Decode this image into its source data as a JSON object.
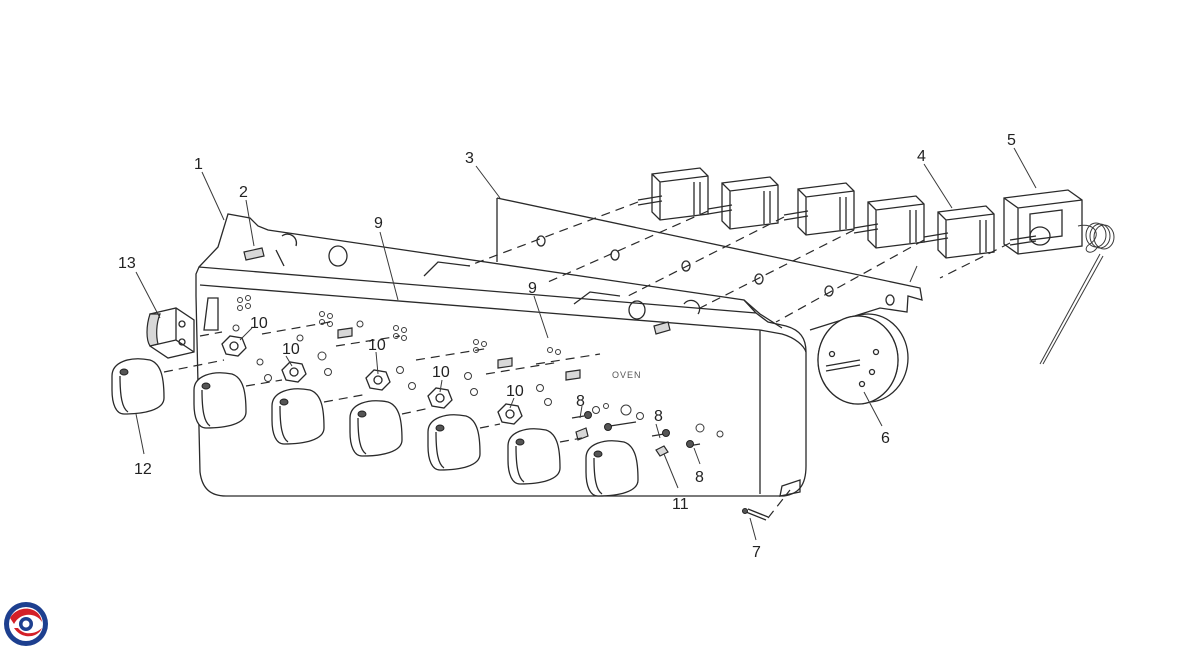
{
  "panel_text": "OVEN",
  "callouts": [
    {
      "id": "c1",
      "text": "1"
    },
    {
      "id": "c2",
      "text": "2"
    },
    {
      "id": "c3",
      "text": "3"
    },
    {
      "id": "c4",
      "text": "4"
    },
    {
      "id": "c5",
      "text": "5"
    },
    {
      "id": "c6",
      "text": "6"
    },
    {
      "id": "c7",
      "text": "7"
    },
    {
      "id": "c8a",
      "text": "8"
    },
    {
      "id": "c8b",
      "text": "8"
    },
    {
      "id": "c8c",
      "text": "8"
    },
    {
      "id": "c9a",
      "text": "9"
    },
    {
      "id": "c9b",
      "text": "9"
    },
    {
      "id": "c10a",
      "text": "10"
    },
    {
      "id": "c10b",
      "text": "10"
    },
    {
      "id": "c10c",
      "text": "10"
    },
    {
      "id": "c10d",
      "text": "10"
    },
    {
      "id": "c10e",
      "text": "10"
    },
    {
      "id": "c11",
      "text": "11"
    },
    {
      "id": "c12",
      "text": "12"
    },
    {
      "id": "c13",
      "text": "13"
    }
  ],
  "colors": {
    "logo_red": "#d42027",
    "logo_blue": "#1d3f8f"
  },
  "logo": {
    "icon": "company-logo-icon"
  }
}
